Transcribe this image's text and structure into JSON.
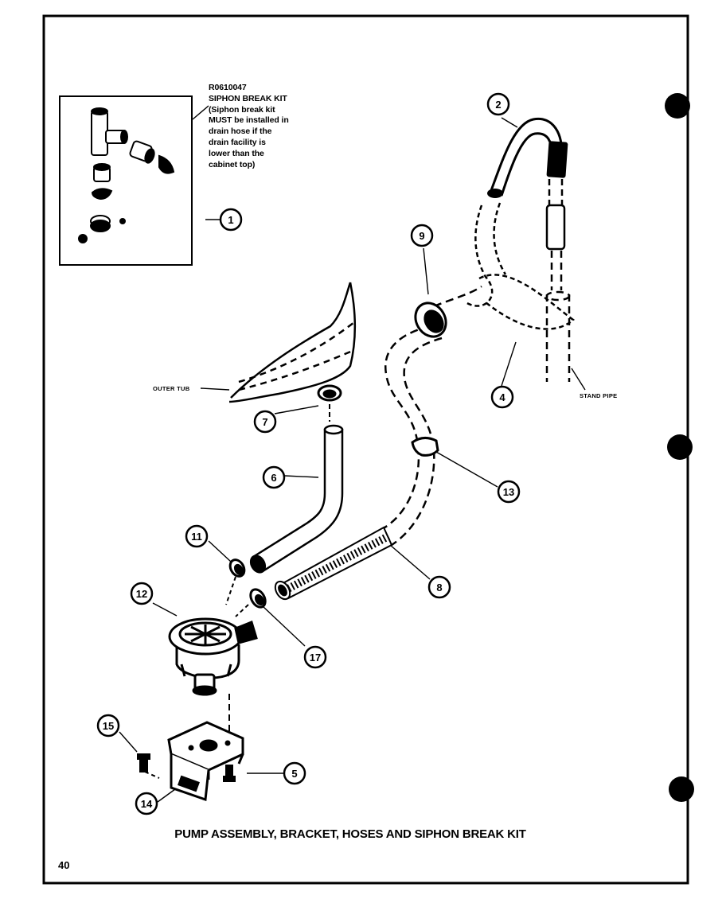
{
  "kit": {
    "part_number": "R0610047",
    "title": "SIPHON BREAK KIT",
    "note_lines": [
      "(Siphon break kit",
      "MUST be installed in",
      "drain hose if the",
      "drain facility is",
      "lower than the",
      "cabinet top)"
    ]
  },
  "labels": {
    "outer_tub": "OUTER TUB",
    "stand_pipe": "STAND PIPE"
  },
  "callouts": [
    {
      "id": "c1",
      "number": "1"
    },
    {
      "id": "c2",
      "number": "2"
    },
    {
      "id": "c4",
      "number": "4"
    },
    {
      "id": "c5",
      "number": "5"
    },
    {
      "id": "c6",
      "number": "6"
    },
    {
      "id": "c7",
      "number": "7"
    },
    {
      "id": "c8",
      "number": "8"
    },
    {
      "id": "c9",
      "number": "9"
    },
    {
      "id": "c11",
      "number": "11"
    },
    {
      "id": "c12",
      "number": "12"
    },
    {
      "id": "c13",
      "number": "13"
    },
    {
      "id": "c14",
      "number": "14"
    },
    {
      "id": "c15",
      "number": "15"
    },
    {
      "id": "c17",
      "number": "17"
    }
  ],
  "caption": "PUMP ASSEMBLY, BRACKET, HOSES AND SIPHON BREAK KIT",
  "page_number": "40"
}
